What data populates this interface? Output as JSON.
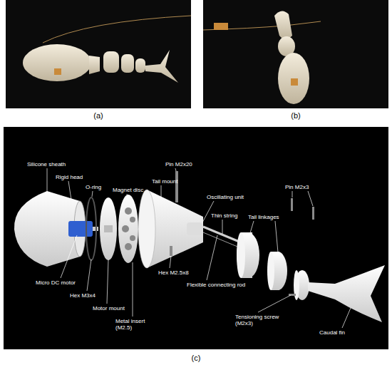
{
  "diagram": {
    "labels": [
      "(a)",
      "(b)",
      "Silicone sheath",
      "Rigid head",
      "O-ring",
      "Magnet disc",
      "Pin M2x20",
      "Tail mount",
      "Oscillating unit",
      "Thin string",
      "Pin M2x3",
      "Tail linkages",
      "Micro DC motor",
      "Hex M3x4",
      "Motor mount",
      "Metal insert (M2.5)",
      "Hex M2.5x8",
      "Flexible connecting rod",
      "Tensioning screw (M2x3)",
      "Caudal fin",
      "(c)"
    ]
  }
}
